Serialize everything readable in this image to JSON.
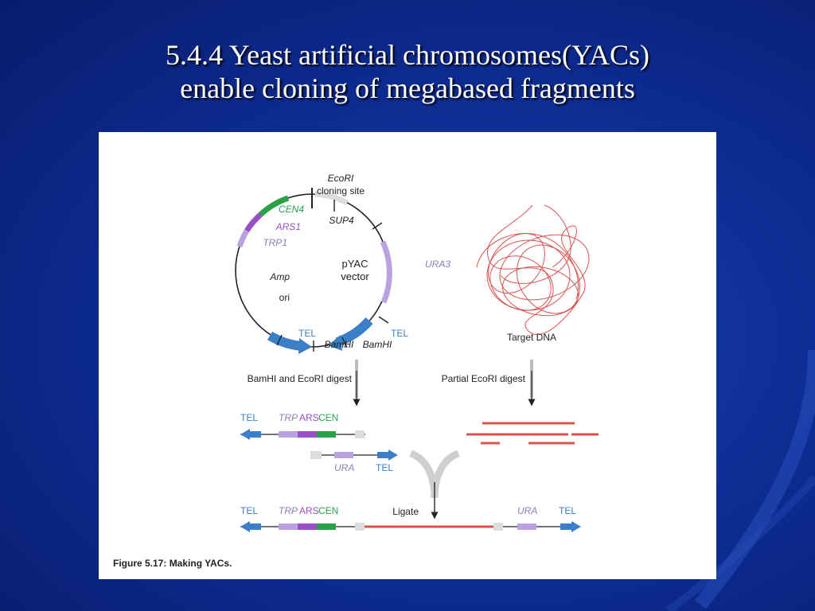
{
  "slide": {
    "title_line1": "5.4.4 Yeast artificial chromosomes(YACs)",
    "title_line2": "enable cloning of megabased fragments"
  },
  "figure": {
    "caption": "Figure 5.17: Making YACs.",
    "vector": {
      "center_label1": "pYAC",
      "center_label2": "vector",
      "ecori_label": "EcoRI",
      "cloning_site": "cloning site",
      "sup4": "SUP4",
      "cen4": "CEN4",
      "ars1": "ARS1",
      "trp1": "TRP1",
      "amp": "Amp",
      "ori": "ori",
      "ura3": "URA3",
      "tel_left": "TEL",
      "tel_right": "TEL",
      "bamhi_left": "BamHI",
      "bamhi_right": "BamHI"
    },
    "target": {
      "label": "Target DNA"
    },
    "steps": {
      "digest_left": "BamHI and EcoRI digest",
      "digest_right": "Partial EcoRI digest",
      "ligate": "Ligate"
    },
    "fragments": {
      "tel": "TEL",
      "trp": "TRP",
      "ars": "ARS",
      "cen": "CEN",
      "ura": "URA"
    },
    "colors": {
      "green": "#2aa24a",
      "purple": "#9b4fc6",
      "lavender": "#b9a2e0",
      "blue": "#3a7fc8",
      "red": "#d9534f"
    }
  }
}
